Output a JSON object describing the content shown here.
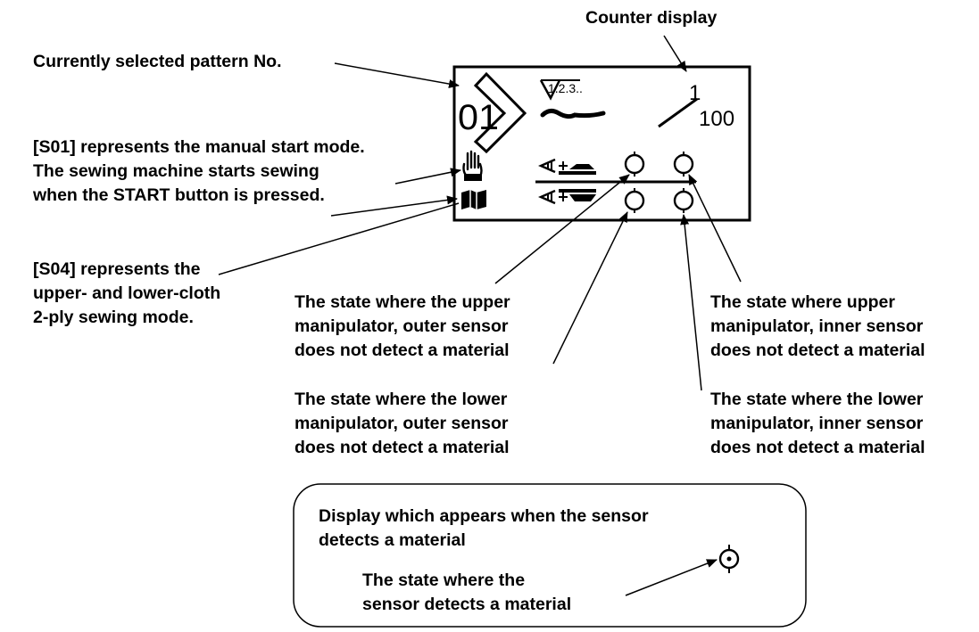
{
  "labels": {
    "counter_display": "Counter display",
    "pattern_no": "Currently selected pattern No.",
    "s01": [
      "[S01] represents the manual start mode.",
      "The sewing machine starts sewing",
      "when the START button is pressed."
    ],
    "s04": [
      "[S04] represents the",
      "upper- and lower-cloth",
      "2-ply sewing mode."
    ],
    "upper_outer": [
      "The state where the upper",
      "manipulator, outer sensor",
      "does not detect a material"
    ],
    "upper_inner": [
      "The state where upper",
      "manipulator, inner sensor",
      "does not detect a material"
    ],
    "lower_outer": [
      "The state where the lower",
      "manipulator, outer sensor",
      "does not detect a material"
    ],
    "lower_inner": [
      "The state where the lower",
      "manipulator, inner sensor",
      "does not detect a material"
    ]
  },
  "lcd": {
    "pattern_number": "01",
    "stitch_sequence": "1.2.3..",
    "counter_current": "1",
    "counter_total": "100"
  },
  "callout_box": {
    "title": [
      "Display which appears when the sensor",
      "detects a material"
    ],
    "detected_state": [
      "The state where the",
      "sensor detects a material"
    ]
  }
}
